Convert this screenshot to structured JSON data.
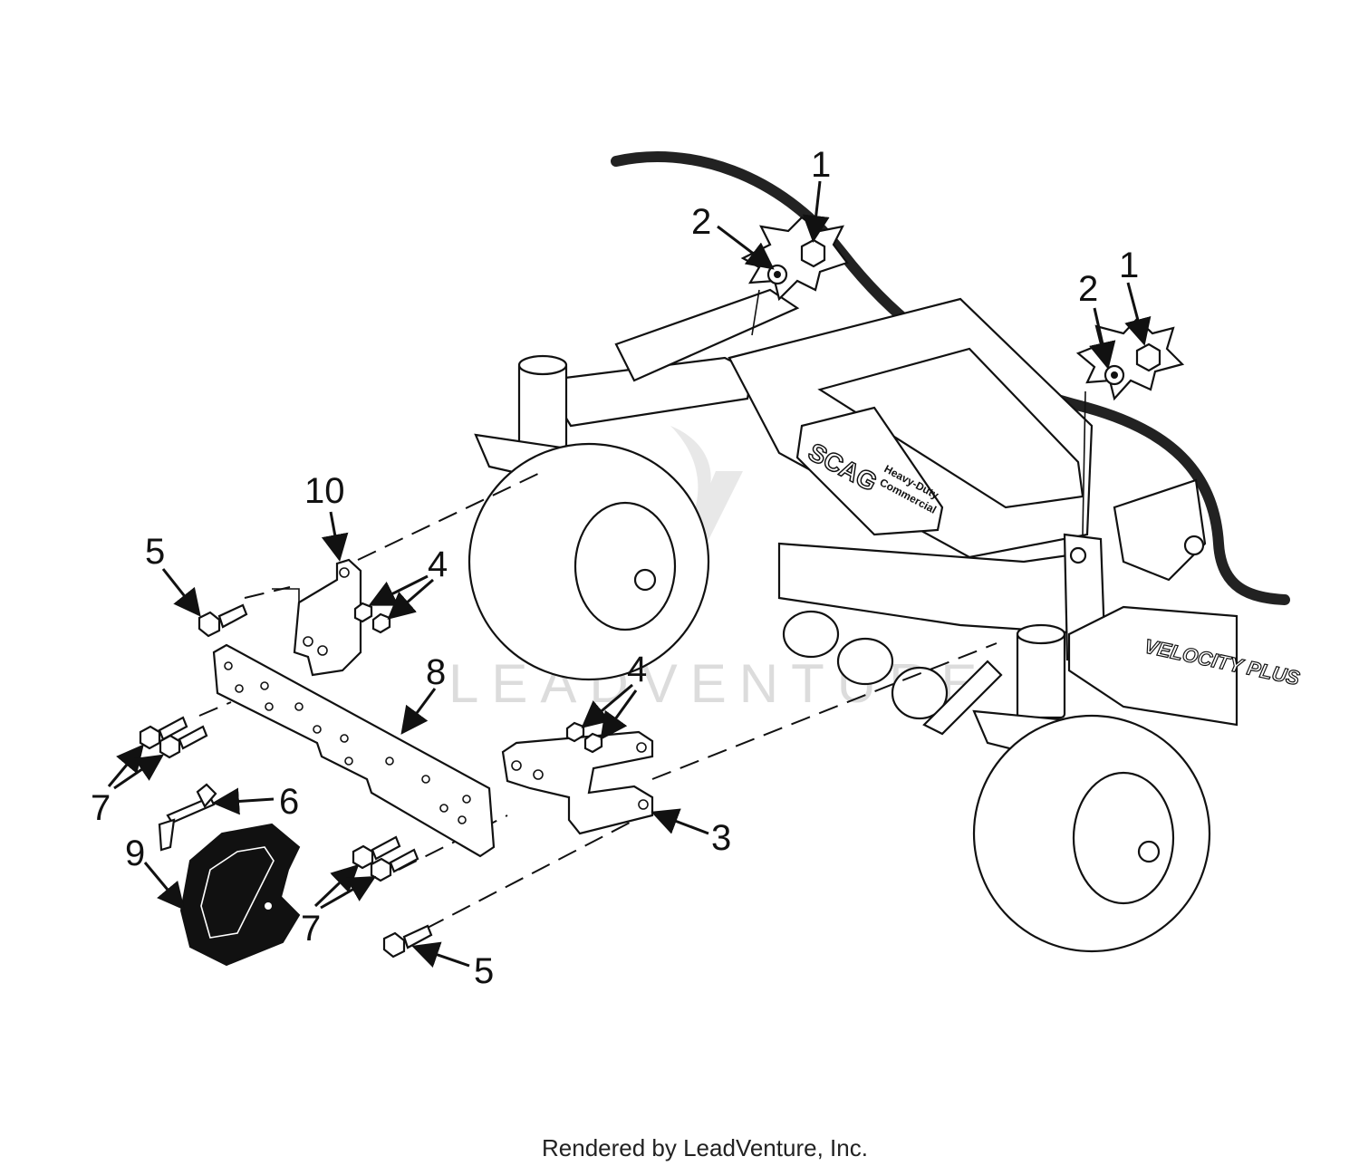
{
  "callouts": {
    "c1a": "1",
    "c1b": "1",
    "c2a": "2",
    "c2b": "2",
    "c3": "3",
    "c4a": "4",
    "c4b": "4",
    "c5a": "5",
    "c5b": "5",
    "c6": "6",
    "c7a": "7",
    "c7b": "7",
    "c8": "8",
    "c9": "9",
    "c10": "10"
  },
  "decals": {
    "brand": "SCAG",
    "heavy_duty_line1": "Heavy-Duty",
    "heavy_duty_line2": "Commercial",
    "deck_decal": "VELOCITY PLUS"
  },
  "watermark": "LEADVENTURE",
  "footer": "Rendered by LeadVenture, Inc."
}
